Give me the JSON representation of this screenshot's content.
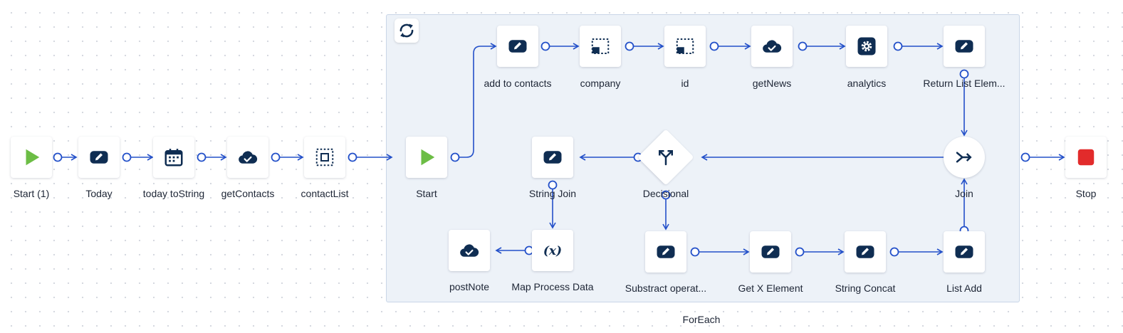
{
  "container": {
    "label": "ForEach",
    "icon": "loop-icon"
  },
  "colors": {
    "wire": "#2350c9",
    "node_icon": "#0f2d52",
    "start": "#6cbd45",
    "stop": "#e22b2b",
    "container_bg": "#edf2f8"
  },
  "nodes": [
    {
      "id": "start-1",
      "label": "Start (1)",
      "icon": "play-icon"
    },
    {
      "id": "today",
      "label": "Today",
      "icon": "edit-icon"
    },
    {
      "id": "today-tostring",
      "label": "today toString",
      "icon": "calendar-icon"
    },
    {
      "id": "getcontacts",
      "label": "getContacts",
      "icon": "cloud-check-icon"
    },
    {
      "id": "contactlist",
      "label": "contactList",
      "icon": "select-frame-icon"
    },
    {
      "id": "start",
      "label": "Start",
      "icon": "play-icon"
    },
    {
      "id": "add-to-contacts",
      "label": "add to contacts",
      "icon": "edit-icon"
    },
    {
      "id": "company",
      "label": "company",
      "icon": "picture-in-picture-icon"
    },
    {
      "id": "id",
      "label": "id",
      "icon": "picture-in-picture-icon"
    },
    {
      "id": "getnews",
      "label": "getNews",
      "icon": "cloud-check-icon"
    },
    {
      "id": "analytics",
      "label": "analytics",
      "icon": "gear-icon"
    },
    {
      "id": "return-list-element",
      "label": "Return List Elem...",
      "icon": "edit-icon"
    },
    {
      "id": "join",
      "label": "Join",
      "icon": "merge-icon"
    },
    {
      "id": "decisional",
      "label": "Decisional",
      "icon": "split-icon"
    },
    {
      "id": "string-join",
      "label": "String Join",
      "icon": "edit-icon"
    },
    {
      "id": "map-process-data",
      "label": "Map Process Data",
      "icon": "function-icon"
    },
    {
      "id": "postnote",
      "label": "postNote",
      "icon": "cloud-check-icon"
    },
    {
      "id": "substract-operation",
      "label": "Substract operat...",
      "icon": "edit-icon"
    },
    {
      "id": "get-x-element",
      "label": "Get X Element",
      "icon": "edit-icon"
    },
    {
      "id": "string-concat",
      "label": "String Concat",
      "icon": "edit-icon"
    },
    {
      "id": "list-add",
      "label": "List Add",
      "icon": "edit-icon"
    },
    {
      "id": "stop",
      "label": "Stop",
      "icon": "stop-icon"
    }
  ]
}
